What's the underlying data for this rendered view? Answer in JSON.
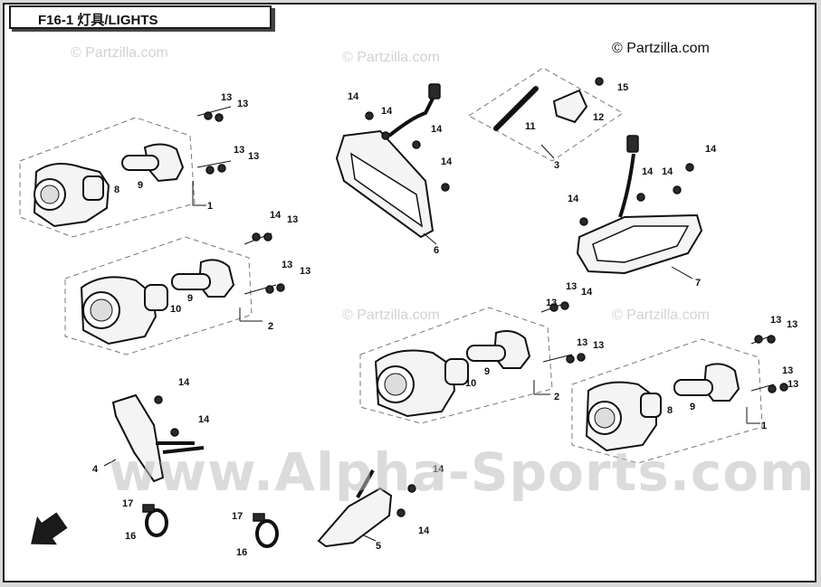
{
  "title": "F16-1 灯具/LIGHTS",
  "copyright": "© Partzilla.com",
  "watermark_small": "© Partzilla.com",
  "watermark_big": "www.Alpha-Sports.com",
  "callouts": {
    "c1a": "1",
    "c1b": "1",
    "c2a": "2",
    "c2b": "2",
    "c3": "3",
    "c4": "4",
    "c5": "5",
    "c6": "6",
    "c7": "7",
    "c8a": "8",
    "c8b": "8",
    "c9a": "9",
    "c9b": "9",
    "c9c": "9",
    "c9d": "9",
    "c10a": "10",
    "c10b": "10",
    "c11": "11",
    "c12": "12",
    "c13": "13",
    "c14": "14",
    "c15": "15",
    "c16": "16",
    "c17": "17"
  }
}
